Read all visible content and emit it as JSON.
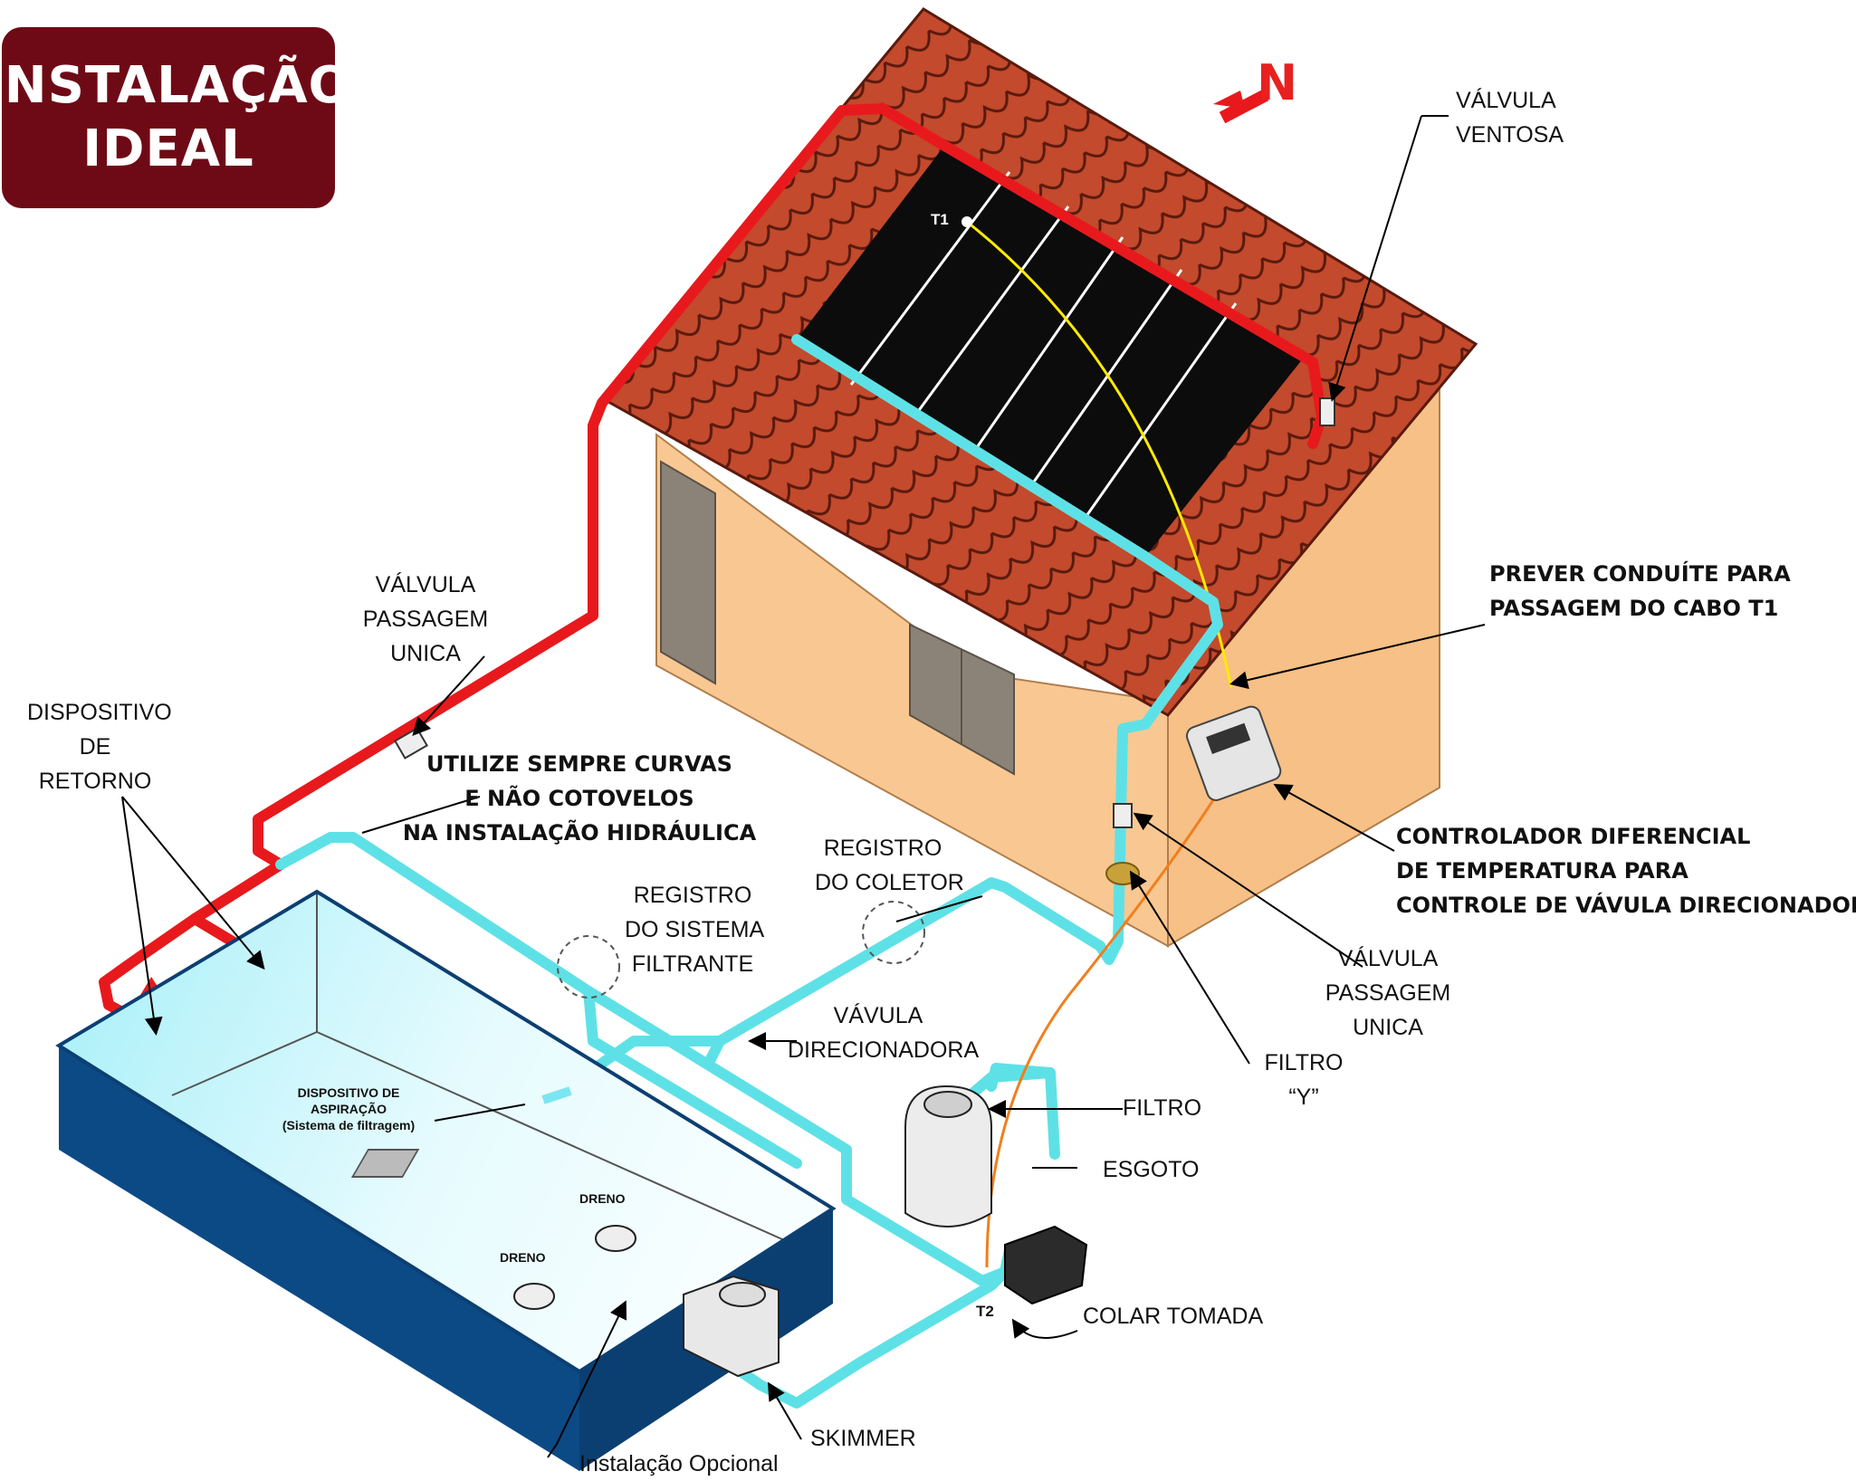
{
  "title": {
    "line1": "INSTALAÇÃO",
    "line2": "IDEAL"
  },
  "compass": "N",
  "labels": {
    "valvula_ventosa": [
      "VÁLVULA",
      "VENTOSA"
    ],
    "prever_conduite": [
      "PREVER CONDUÍTE PARA",
      "PASSAGEM DO CABO T1"
    ],
    "controlador": [
      "CONTROLADOR DIFERENCIAL",
      "DE TEMPERATURA PARA",
      "CONTROLE DE VÁVULA DIRECIONADORA"
    ],
    "valvula_passagem_unica_left": [
      "VÁLVULA",
      "PASSAGEM",
      "UNICA"
    ],
    "valvula_passagem_unica_right": [
      "VÁLVULA",
      "PASSAGEM",
      "UNICA"
    ],
    "dispositivo_retorno": [
      "DISPOSITIVO",
      "DE",
      "RETORNO"
    ],
    "utilize_curvas": [
      "UTILIZE SEMPRE CURVAS",
      "E NÃO COTOVELOS",
      "NA INSTALAÇÃO HIDRÁULICA"
    ],
    "registro_coletor": [
      "REGISTRO",
      "DO COLETOR"
    ],
    "registro_filtrante": [
      "REGISTRO",
      "DO SISTEMA",
      "FILTRANTE"
    ],
    "vavula_direcionadora": [
      "VÁVULA",
      "DIRECIONADORA"
    ],
    "filtro_y": [
      "FILTRO",
      "“Y”"
    ],
    "filtro": "FILTRO",
    "esgoto": "ESGOTO",
    "colar_tomada": "COLAR TOMADA",
    "skimmer": "SKIMMER",
    "instalacao_opcional": "Instalação Opcional",
    "dispositivo_aspiracao": [
      "DISPOSITIVO DE",
      "ASPIRAÇÃO",
      "(Sistema de filtragem)"
    ],
    "dreno_1": "DRENO",
    "dreno_2": "DRENO",
    "t1": "T1",
    "t2": "T2"
  },
  "colors": {
    "title_bg": "#6e0a16",
    "hot_pipe": "#e8191c",
    "cold_pipe": "#5ee1e6",
    "roof_tile": "#c0442a",
    "wall": "#f9c892",
    "collector": "#0c0c0c",
    "pool_side": "#0c4a86",
    "pool_water": "#bff2fb",
    "sensor_cable": "#ffea00",
    "power_cable": "#f07f1e"
  }
}
